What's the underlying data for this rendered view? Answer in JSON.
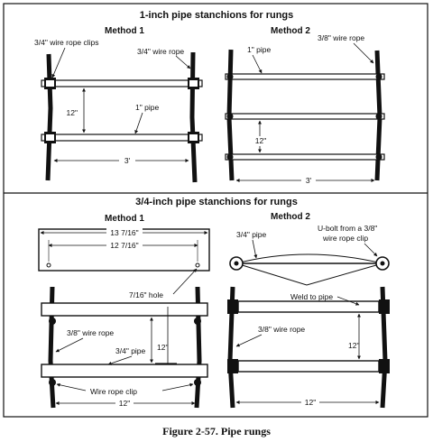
{
  "figure": {
    "caption": "Figure 2-57. Pipe rungs"
  },
  "section1": {
    "title": "1-inch pipe stanchions for rungs",
    "method1": {
      "header": "Method 1",
      "clips_label": "3/4\" wire rope clips",
      "rope_label": "3/4\" wire rope",
      "pipe_label": "1\" pipe",
      "spacing_label": "12\"",
      "width_label": "3'"
    },
    "method2": {
      "header": "Method 2",
      "rope_label": "3/8\" wire rope",
      "pipe_label": "1\" pipe",
      "spacing_label": "12\"",
      "width_label": "3'"
    }
  },
  "section2": {
    "title": "3/4-inch pipe stanchions for rungs",
    "method1": {
      "header": "Method 1",
      "outer_dim": "13 7/16\"",
      "inner_dim": "12 7/16\"",
      "hole_label": "7/16\" hole",
      "rope_label": "3/8\" wire rope",
      "pipe_label": "3/4\" pipe",
      "spacing_label": "12\"",
      "clip_label": "Wire rope clip",
      "width_label": "12\""
    },
    "method2": {
      "header": "Method 2",
      "pipe_label": "3/4\" pipe",
      "ubolt_line1": "U-bolt from a 3/8\"",
      "ubolt_line2": "wire rope clip",
      "weld_label": "Weld to pipe",
      "rope_label": "3/8\" wire rope",
      "spacing_label": "12\"",
      "width_label": "12\""
    }
  }
}
